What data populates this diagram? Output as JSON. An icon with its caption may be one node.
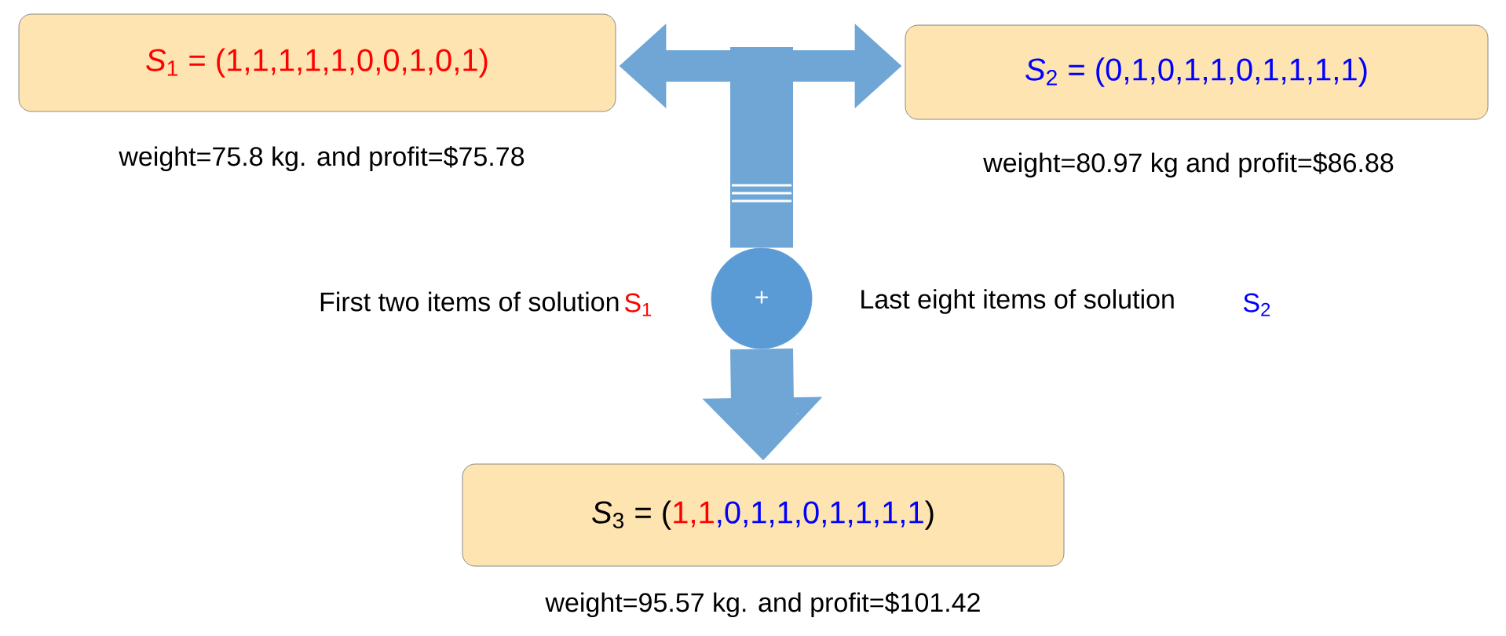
{
  "diagram": {
    "nodes": [
      {
        "text": [
          "*S*$_{1}$ = (1,1,1,1,1,0,0,1,0,1)"
        ],
        "beside": [
          "weight=75.8 kg. and profit=$75.78"
        ]
      },
      {
        "text": [
          "*S*$_{2}$ = (0,1,0,1,1,0,1,1,1,1)"
        ],
        "beside": [
          "weight=80.97 kg and profit=$86.88"
        ]
      },
      {
        "text": [
          "+"
        ]
      },
      {
        "text": [
          "*S*$_{3}$ = (",
          "1,1",
          ",0,1,1,0,1,1,1,1",
          ")"
        ],
        "beside": [
          "weight=95.57 kg. and profit=$101.42"
        ]
      }
    ],
    "edges": [
      {
        "from": 0,
        "to": 1,
        "arrow": "both"
      },
      {
        "from": null,
        "to": 2,
        "arrow": "none"
      },
      {
        "from": 2,
        "to": 3,
        "arrow": "to"
      }
    ],
    "labels": [
      "First two items of solution",
      "S$_{1}$",
      "Last eight items of solution",
      "S$_{2}$"
    ]
  }
}
